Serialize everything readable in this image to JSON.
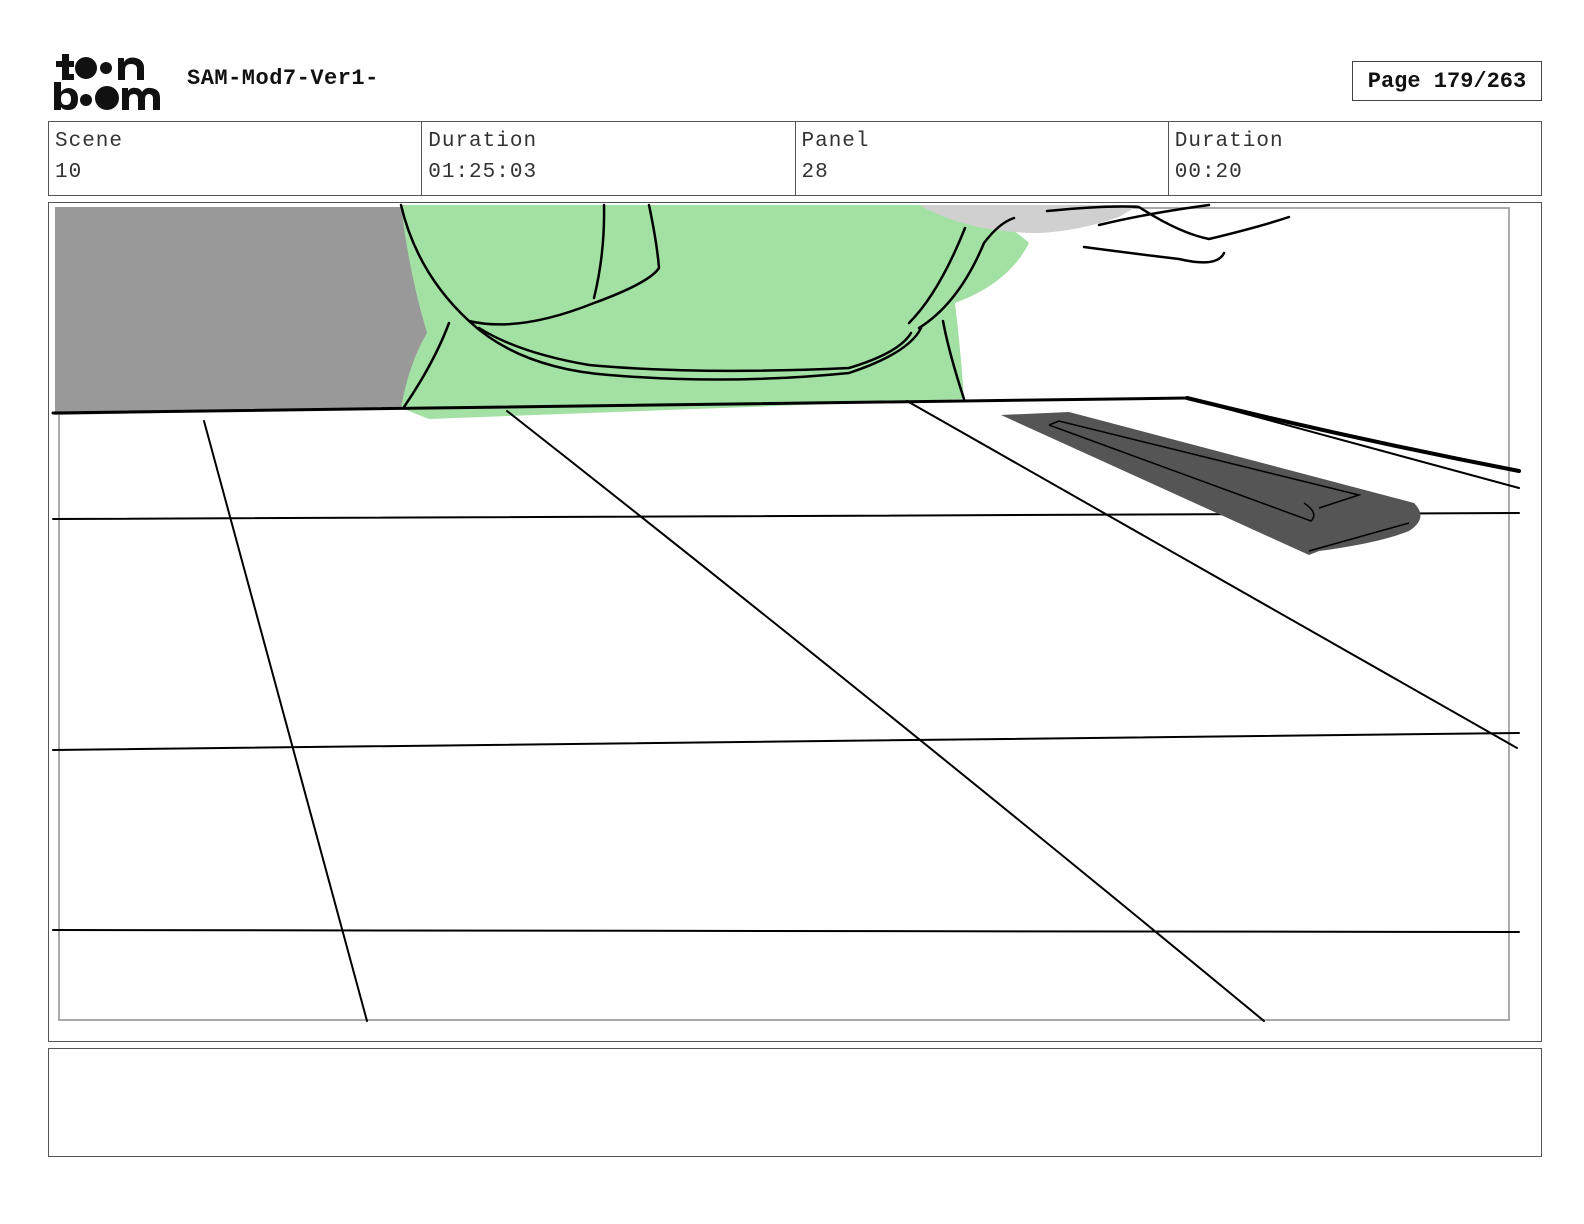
{
  "header": {
    "logo_text": "toon boom",
    "project_title": "SAM-Mod7-Ver1-",
    "page_label": "Page 179/263"
  },
  "info": [
    {
      "label": "Scene",
      "value": "10"
    },
    {
      "label": "Duration",
      "value": "01:25:03"
    },
    {
      "label": "Panel",
      "value": "28"
    },
    {
      "label": "Duration",
      "value": "00:20"
    }
  ],
  "panel": {
    "description": "",
    "colors": {
      "green": "#a3e0a3",
      "gray_block": "#999999",
      "dark_shadow": "#555555",
      "line": "#000000"
    }
  },
  "notes": {
    "text": ""
  }
}
